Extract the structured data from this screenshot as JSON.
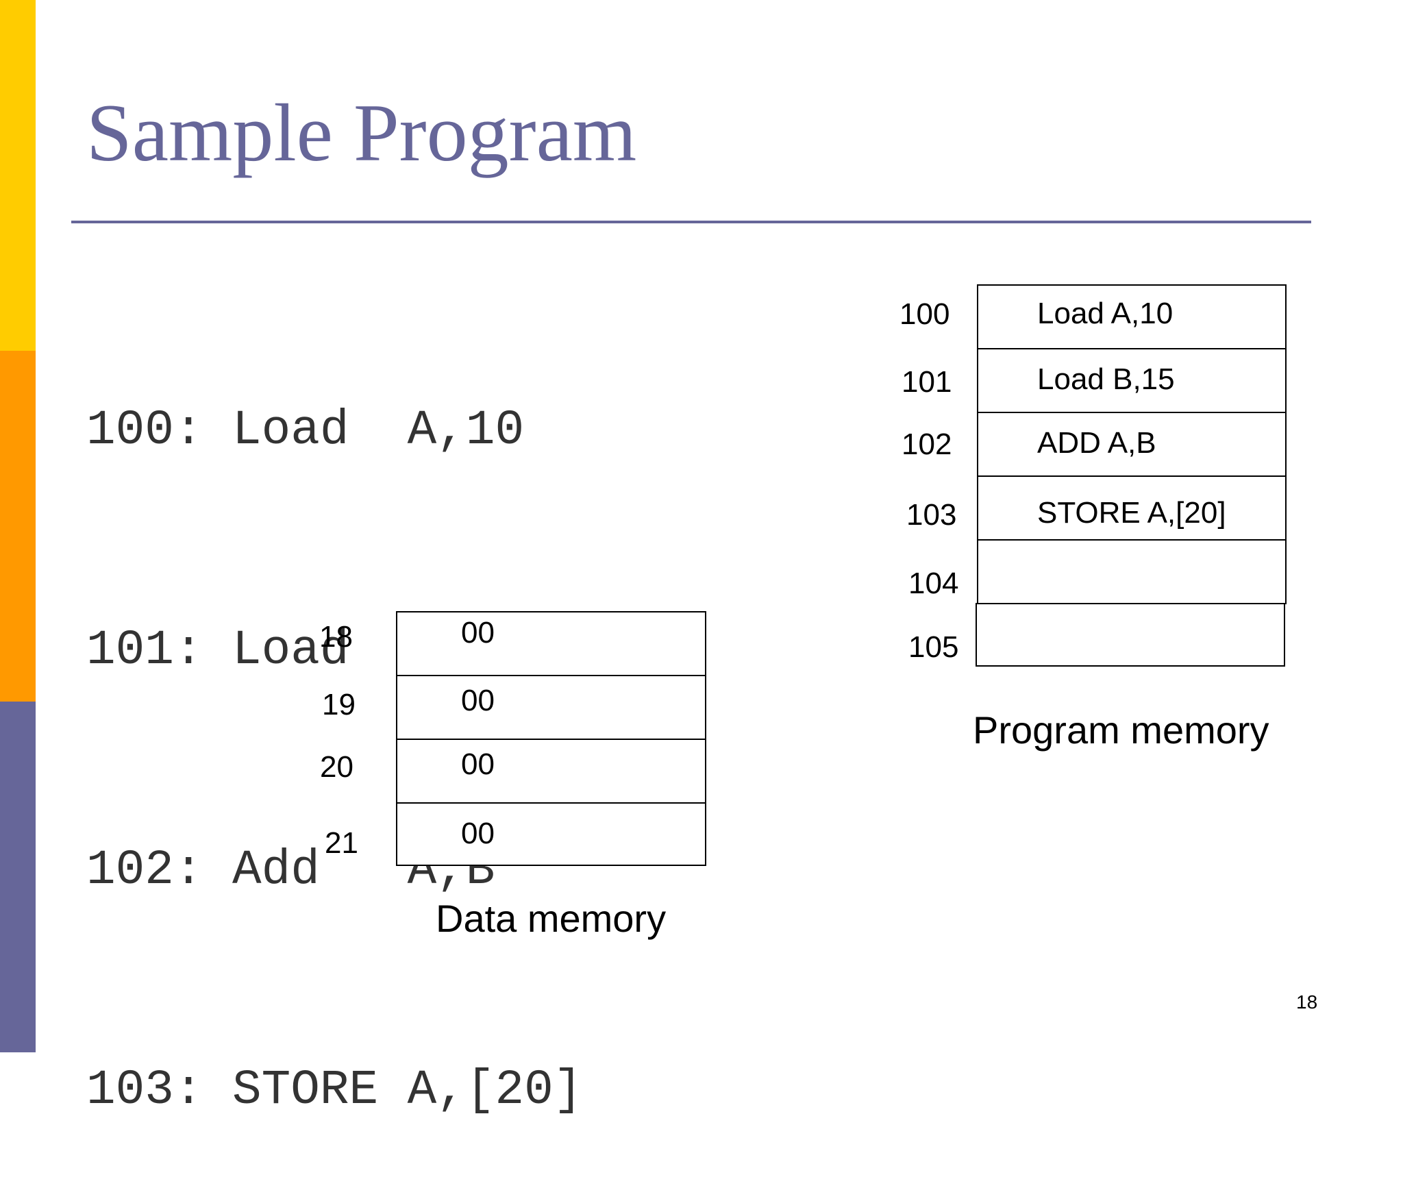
{
  "slide": {
    "title": "Sample Program",
    "page_number": "18"
  },
  "code": [
    "100: Load  A,10",
    "101: Load  B,15",
    "102: Add   A,B",
    "103: STORE A,[20]"
  ],
  "program_memory": {
    "label": "Program memory",
    "cells": [
      {
        "address": "100",
        "content": "Load A,10"
      },
      {
        "address": "101",
        "content": "Load B,15"
      },
      {
        "address": "102",
        "content": "ADD A,B"
      },
      {
        "address": "103",
        "content": "STORE A,[20]"
      },
      {
        "address": "104",
        "content": ""
      },
      {
        "address": "105",
        "content": ""
      }
    ]
  },
  "data_memory": {
    "label": "Data memory",
    "cells": [
      {
        "address": "18",
        "content": "00"
      },
      {
        "address": "19",
        "content": "00"
      },
      {
        "address": "20",
        "content": "00"
      },
      {
        "address": "21",
        "content": "00"
      }
    ]
  },
  "colors": {
    "title": "#666699",
    "bar_yellow": "#FFCC00",
    "bar_orange": "#FF9900",
    "bar_purple": "#666699"
  }
}
